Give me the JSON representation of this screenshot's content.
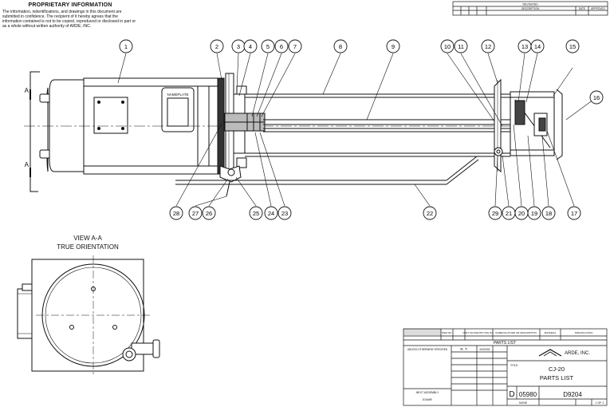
{
  "notice": {
    "title": "PROPRIETARY INFORMATION",
    "body": "The information, indentifications, and drawings in this document are submitted in confidence. The recipient of it hereby agrees that the information contained is not to be copied, reproduced or disclosed in part or as a whole without written authority of ARDE, INC."
  },
  "section_labels": {
    "top": "A",
    "bottom": "A"
  },
  "view": {
    "line1": "VIEW A-A",
    "line2": "TRUE ORIENTATION"
  },
  "callouts": [
    "1",
    "2",
    "3",
    "4",
    "5",
    "6",
    "7",
    "8",
    "9",
    "10",
    "11",
    "12",
    "13",
    "14",
    "15",
    "16",
    "17",
    "18",
    "19",
    "20",
    "21",
    "22",
    "23",
    "24",
    "25",
    "26",
    "27",
    "28",
    "29"
  ],
  "motor": {
    "nameplate": "NAMEPLATE"
  },
  "revisions": {
    "title": "REVISIONS",
    "description": "DESCRIPTION",
    "date": "DATE",
    "approved": "APPROVED"
  },
  "parts_list": {
    "header": "PARTS LIST",
    "columns": [
      "ITEM NO.",
      "PART OR IDENTIFYING NO.",
      "NOMENCLATURE OR DESCRIPTION",
      "MATERIAL",
      "SPECIFICATION"
    ]
  },
  "title_block": {
    "drawn_initials": "R. T.",
    "drawn_date": "9/22/92",
    "company": "ARDE, INC.",
    "title_label": "TITLE",
    "title_line1": "CJ-20",
    "title_line2": "PARTS LIST",
    "size": "D",
    "code": "05980",
    "dwg_no": "D9204",
    "scale": "NONE",
    "sheet": "1 OF 1",
    "next_assembly": "NEXT ASSEMBLY",
    "next_assembly_value": "EXMR",
    "tolerance_label": "UNLESS OTHERWISE SPECIFIED"
  }
}
